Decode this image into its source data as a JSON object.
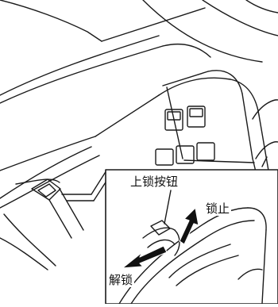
{
  "labels": {
    "lock_button": "上锁按钮",
    "lock": "锁止",
    "unlock": "解锁"
  },
  "colors": {
    "line": "#1a1a1a",
    "arrow_fill": "#111111",
    "background": "#ffffff"
  }
}
